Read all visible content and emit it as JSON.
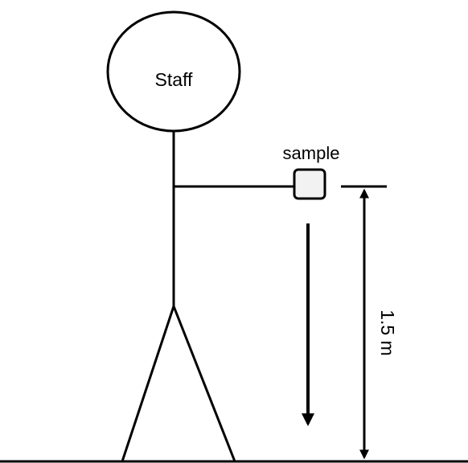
{
  "figure": {
    "head_label": "Staff",
    "sample_label": "sample",
    "height_label": "1.5 m"
  },
  "colors": {
    "stroke": "#000000",
    "sample_fill": "#f2f2f2",
    "background": "#ffffff"
  }
}
